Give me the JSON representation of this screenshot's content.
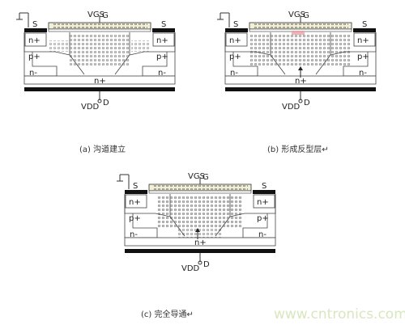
{
  "panels": [
    {
      "id": "a",
      "labels": {
        "source": "S",
        "gate": "G",
        "vgs": "VGS",
        "vdd": "VDD",
        "drain": "D",
        "n_plus_left": "n+",
        "n_plus_right": "n+",
        "p_plus_left": "p+",
        "p_plus_right": "p+",
        "n_minus_left": "n-",
        "n_minus_right": "n-",
        "n_plus_bottom": "n+"
      },
      "caption": "(a)   沟道建立"
    },
    {
      "id": "b",
      "labels": {
        "source": "S",
        "gate": "G",
        "vgs": "VGS",
        "vdd": "VDD",
        "drain": "D",
        "n_plus_left": "n+",
        "n_plus_right": "n+",
        "p_plus_left": "p+",
        "p_plus_right": "p+",
        "n_minus_left": "n-",
        "n_minus_right": "n-",
        "n_plus_bottom": "n+"
      },
      "caption": "(b)  形成反型层↵"
    },
    {
      "id": "c",
      "labels": {
        "source": "S",
        "gate": "G",
        "vgs": "VGS",
        "vdd": "VDD",
        "drain": "D",
        "n_plus_left": "n+",
        "n_plus_right": "n+",
        "p_plus_left": "p+",
        "p_plus_right": "p+",
        "n_minus_left": "n-",
        "n_minus_right": "n-",
        "n_plus_bottom": "n+"
      },
      "caption": "(c)  完全导通↵"
    }
  ],
  "watermark": "www.cntronics.com",
  "colors": {
    "gate_fill": "#f2f1d8",
    "line": "#333333",
    "electron": "#555555",
    "highlight": "#e8a0a8"
  }
}
